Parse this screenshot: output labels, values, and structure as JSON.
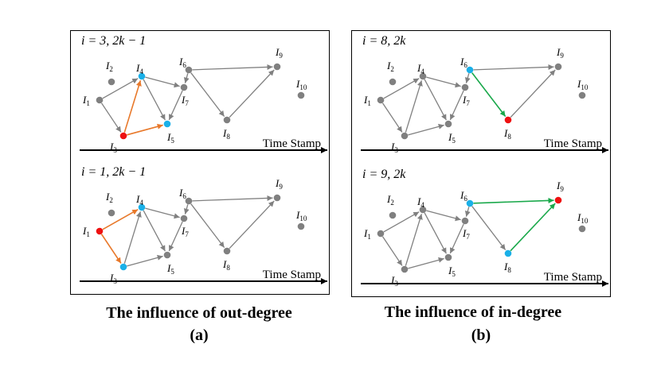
{
  "colors": {
    "gray": "#808080",
    "blue": "#1ab0e8",
    "red": "#ee1111",
    "orange": "#e8792b",
    "green": "#19a84a",
    "frame": "#000000"
  },
  "time_axis_label": "Time Stamp",
  "node_names": [
    "I1",
    "I2",
    "I3",
    "I4",
    "I5",
    "I6",
    "I7",
    "I8",
    "I9",
    "I10"
  ],
  "captions": {
    "left_title": "The influence of out-degree",
    "left_letter": "(a)",
    "right_title": "The influence of in-degree",
    "right_letter": "(b)"
  },
  "panels": [
    {
      "id": "a-top",
      "title": "i = 3, 2k − 1",
      "highlight": {
        "I3": "red",
        "I4": "blue",
        "I5": "blue"
      },
      "colored_edges": [
        [
          "I3",
          "I4",
          "orange"
        ],
        [
          "I3",
          "I5",
          "orange"
        ]
      ]
    },
    {
      "id": "a-bottom",
      "title": "i = 1, 2k − 1",
      "highlight": {
        "I1": "red",
        "I3": "blue",
        "I4": "blue"
      },
      "colored_edges": [
        [
          "I1",
          "I3",
          "orange"
        ],
        [
          "I1",
          "I4",
          "orange"
        ]
      ]
    },
    {
      "id": "b-top",
      "title": "i = 8, 2k",
      "highlight": {
        "I6": "blue",
        "I8": "red"
      },
      "colored_edges": [
        [
          "I6",
          "I8",
          "green"
        ]
      ]
    },
    {
      "id": "b-bottom",
      "title": "i = 9, 2k",
      "highlight": {
        "I6": "blue",
        "I8": "blue",
        "I9": "red"
      },
      "colored_edges": [
        [
          "I6",
          "I9",
          "green"
        ],
        [
          "I8",
          "I9",
          "green"
        ]
      ]
    }
  ],
  "edges": [
    [
      "I1",
      "I4"
    ],
    [
      "I1",
      "I3"
    ],
    [
      "I3",
      "I4"
    ],
    [
      "I3",
      "I5"
    ],
    [
      "I4",
      "I5"
    ],
    [
      "I4",
      "I7"
    ],
    [
      "I7",
      "I5"
    ],
    [
      "I6",
      "I7"
    ],
    [
      "I6",
      "I8"
    ],
    [
      "I6",
      "I9"
    ],
    [
      "I8",
      "I9"
    ]
  ]
}
